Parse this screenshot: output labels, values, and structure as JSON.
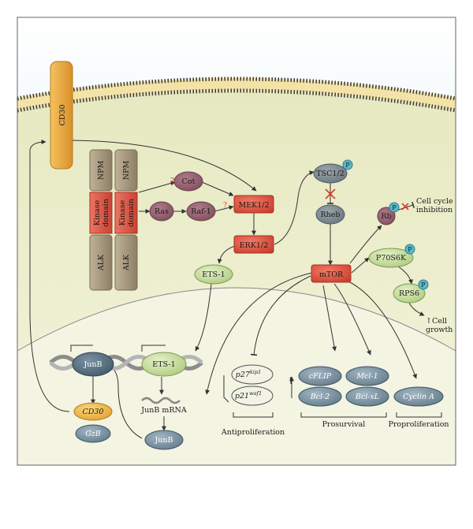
{
  "membrane_receptor": "CD30",
  "npm_alk": {
    "npm": "NPM",
    "kinase_line1": "Kinase",
    "kinase_line2": "domain",
    "alk": "ALK"
  },
  "nodes": {
    "cot": "Cot",
    "ras": "Ras",
    "raf1": "Raf-1",
    "mek": "MEK1/2",
    "erk": "ERK1/2",
    "ets1_cyto": "ETS-1",
    "tsc": "TSC1/2",
    "rheb": "Rheb",
    "mtor": "mTOR",
    "rb": "Rb",
    "p70s6k": "P70S6K",
    "rps6": "RPS6",
    "junb_dna": "JunB",
    "ets1_dna": "ETS-1",
    "cd30_gene": "CD30",
    "gzb": "GzB",
    "junb_mrna": "JunB mRNA",
    "junb_protein": "JunB",
    "p27": "p27",
    "p27_sup": "kip1",
    "p21": "p21",
    "p21_sup": "waf1",
    "cflip": "cFLIP",
    "mcl1": "Mcl-1",
    "bcl2": "Bcl-2",
    "bclxl": "Bcl-xL",
    "cyclina": "Cyclin A"
  },
  "phospho_label": "P",
  "unknown_mark": "?",
  "annotations": {
    "cell_cycle_line1": "Cell cycle",
    "cell_cycle_line2": "inhibition",
    "cell_growth_line1": "↑Cell",
    "cell_growth_line2": "growth",
    "up_arrow": "↑"
  },
  "groups": {
    "antiproliferation": "Antiproliferation",
    "prosurvival": "Prosurvival",
    "proproliferation": "Proproliferation"
  },
  "colors": {
    "cytoplasm": "#eef0d2",
    "nucleus": "#f3f4e2",
    "extracellular": "#d9ecf3",
    "membrane_head": "#3a3a3a",
    "red_node": "#e04b3a",
    "mauve_node": "#8e5a6a",
    "green_node": "#cfe2a4",
    "slate_node": "#51697a",
    "receptor": "#e5a53a",
    "npm_alk": "#ab9c84",
    "kinase": "#df5a48",
    "phospho": "#59b9c9",
    "cd30_gene": "#f0b041"
  }
}
